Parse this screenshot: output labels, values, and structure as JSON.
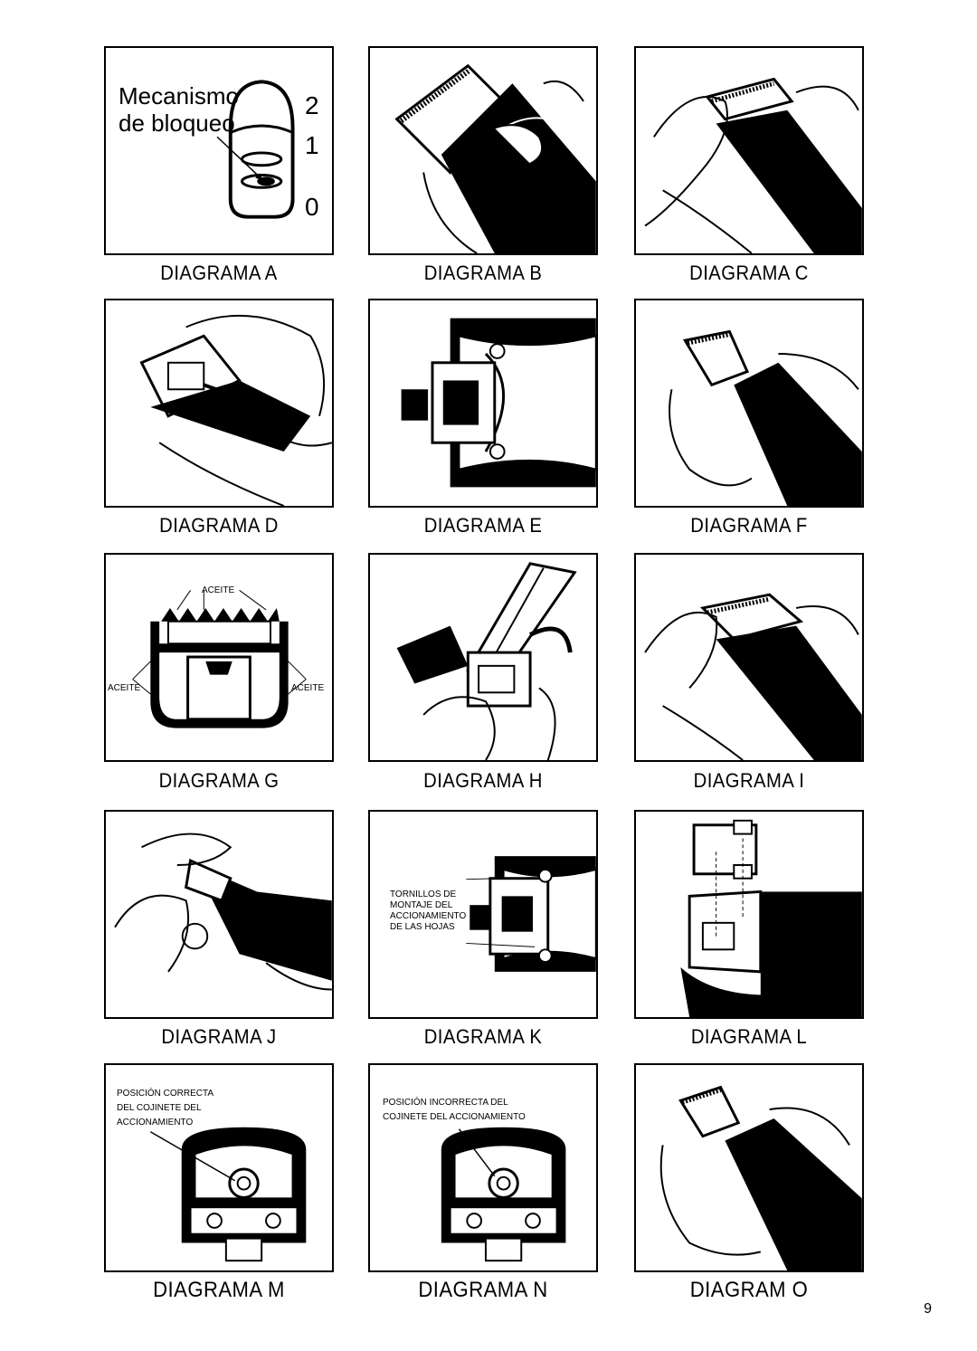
{
  "diagrams": [
    {
      "caption": "DIAGRAMA A",
      "labels": [
        "Mecanismo",
        "de bloqueo"
      ],
      "positions": [
        "2",
        "1",
        "0"
      ]
    },
    {
      "caption": "DIAGRAMA B"
    },
    {
      "caption": "DIAGRAMA C"
    },
    {
      "caption": "DIAGRAMA D"
    },
    {
      "caption": "DIAGRAMA E"
    },
    {
      "caption": "DIAGRAMA F"
    },
    {
      "caption": "DIAGRAMA G",
      "labels": [
        "ACEITE",
        "ACEITE",
        "ACEITE"
      ]
    },
    {
      "caption": "DIAGRAMA H"
    },
    {
      "caption": "DIAGRAMA I"
    },
    {
      "caption": "DIAGRAMA J"
    },
    {
      "caption": "DIAGRAMA K",
      "labels": [
        "TORNILLOS DE",
        "MONTAJE DEL",
        "ACCIONAMIENTO",
        "DE LAS HOJAS"
      ]
    },
    {
      "caption": "DIAGRAMA L"
    },
    {
      "caption": "DIAGRAMA M",
      "labels": [
        "POSICIÓN CORRECTA",
        "DEL COJINETE DEL",
        "ACCIONAMIENTO"
      ]
    },
    {
      "caption": "DIAGRAMA N",
      "labels": [
        "POSICIÓN INCORRECTA DEL",
        "COJINETE DEL ACCIONAMIENTO"
      ]
    },
    {
      "caption": "DIAGRAM O"
    }
  ],
  "page_number": "9"
}
